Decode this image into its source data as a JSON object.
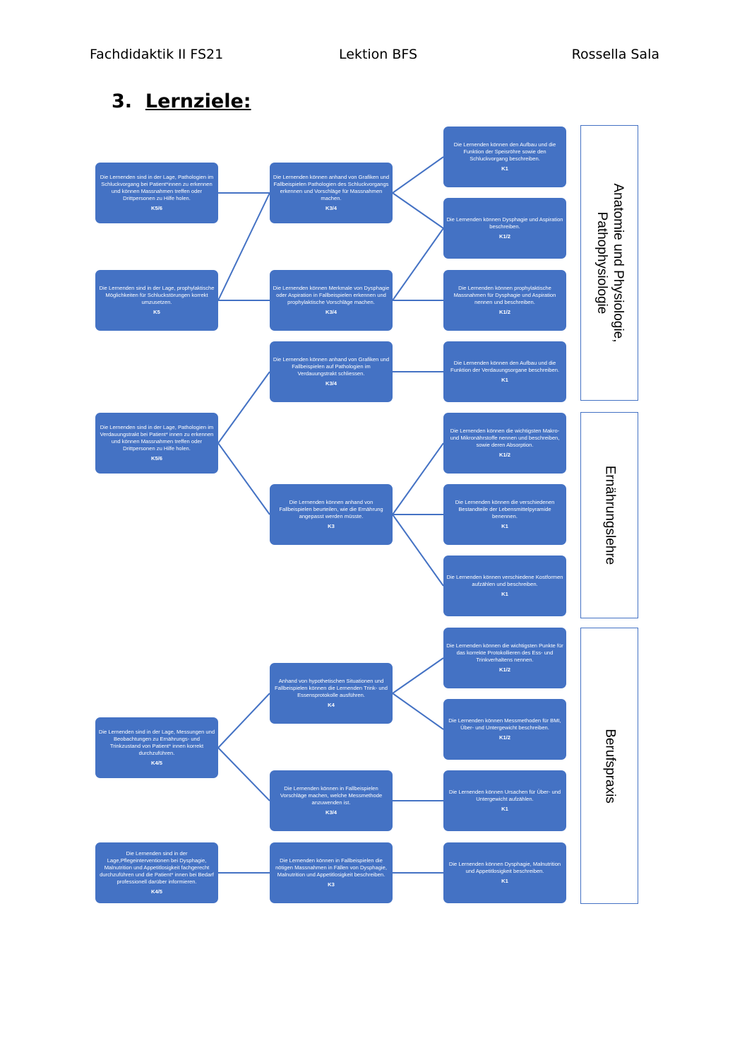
{
  "header": {
    "left": "Fachdidaktik II FS21",
    "center": "Lektion BFS",
    "right": "Rossella Sala"
  },
  "title": {
    "number": "3.",
    "text": "Lernziele:"
  },
  "sections": [
    {
      "line1": "Anatomie und Physiologie,",
      "line2": "Pathophysiologie"
    },
    {
      "line1": "Ernährungslehre",
      "line2": ""
    },
    {
      "line1": "Berufspraxis",
      "line2": ""
    }
  ],
  "boxes": {
    "l1": {
      "text": "Die Lernenden sind in der Lage, Pathologien im Schluckvorgang bei Patient*innen zu erkennen und können Massnahmen treffen oder Drittpersonen zu Hilfe holen.",
      "level": "K5/6"
    },
    "l2": {
      "text": "Die Lernenden sind in der Lage, prophylaktische Möglichkeiten für Schluckstörungen korrekt umzusetzen.",
      "level": "K5"
    },
    "l3": {
      "text": "Die Lernenden sind in der Lage, Pathologien im Verdauungstrakt bei Patient* innen zu erkennen und können Massnahmen treffen oder Drittpersonen zu Hilfe holen.",
      "level": "K5/6"
    },
    "l4": {
      "text": "Die Lernenden sind in der Lage, Messungen und Beobachtungen zu Ernährungs- und Trinkzustand von Patient* innen korrekt durchzuführen.",
      "level": "K4/5"
    },
    "l5": {
      "text": "Die Lernenden sind in der Lage,Pflegeinterventionen bei Dysphagie, Malnutrition und Appetitlosigkeit fachgerecht durchzuführen und die Patient* innen bei Bedarf professionell darüber informieren.",
      "level": "K4/5"
    },
    "m1": {
      "text": "Die Lernenden können anhand von Grafiken und Fallbeispielen Pathologien des Schluckvorgangs erkennen und Vorschläge für Massnahmen machen.",
      "level": "K3/4"
    },
    "m2": {
      "text": "Die Lernenden können Merkmale von Dysphagie oder Aspiration in Fallbeispielen erkennen und prophylaktische Vorschläge machen.",
      "level": "K3/4"
    },
    "m3": {
      "text": "Die Lernenden können anhand von Grafiken und Fallbeispielen auf Pathologien im Verdauungstrakt schliessen.",
      "level": "K3/4"
    },
    "m4": {
      "text": "Die Lernenden können anhand von Fallbeispielen beurteilen, wie die Ernährung angepasst werden müsste.",
      "level": "K3"
    },
    "m5": {
      "text": "Anhand von hypothetischen Situationen und Fallbeispielen können die Lernenden Trink- und Essensprotokolle ausführen.",
      "level": "K4"
    },
    "m6": {
      "text": "Die Lernenden können in Fallbeispielen Vorschläge machen, welche Messmethode anzuwenden ist.",
      "level": "K3/4"
    },
    "m7": {
      "text": "Die Lernenden können in Fallbeispielen die nötigen Massnahmen in Fällen von Dysphagie, Malnutrition und Appetitlosigkeit beschreiben.",
      "level": "K3"
    },
    "r1": {
      "text": "Die Lernenden können den Aufbau und die Funktion der Speisröhre sowie den Schluckvorgang beschreiben.",
      "level": "K1"
    },
    "r2": {
      "text": "Die Lernenden können Dysphagie und Aspiration beschreiben.",
      "level": "K1/2"
    },
    "r3": {
      "text": "Die Lernenden können prophylaktische Massnahmen für Dysphagie und Aspiration nennen und beschreiben.",
      "level": "K1/2"
    },
    "r4": {
      "text": "Die Lernenden können den Aufbau und die Funktion der Verdauungsorgane beschreiben.",
      "level": "K1"
    },
    "r5": {
      "text": "Die Lernenden können die wichtigsten Makro- und Mikronährstoffe nennen und beschreiben, sowie deren Absorption.",
      "level": "K1/2"
    },
    "r6": {
      "text": "Die Lernenden können die verschiedenen Bestandteile der Lebensmittelpyramide benennen.",
      "level": "K1"
    },
    "r7": {
      "text": "Die Lernenden können verschiedene Kostformen aufzählen und beschreiben.",
      "level": "K1"
    },
    "r8": {
      "text": "Die Lernenden können die wichtigsten Punkte für das korrekte Protokollieren des Ess- und Trinkverhaltens nennen.",
      "level": "K1/2"
    },
    "r9": {
      "text": "Die Lernenden können Messmethoden für BMI, Über- und Untergewicht beschreiben.",
      "level": "K1/2"
    },
    "r10": {
      "text": "Die Lernenden können Ursachen für Über- und Untergewicht aufzählen.",
      "level": "K1"
    },
    "r11": {
      "text": "Die Lernenden können Dysphagie, Malnutrition und Appetitlosigkeit beschreiben.",
      "level": "K1"
    }
  },
  "edges": [
    [
      "l1",
      "m1"
    ],
    [
      "l2",
      "m1"
    ],
    [
      "l2",
      "m2"
    ],
    [
      "m1",
      "r1"
    ],
    [
      "m1",
      "r2"
    ],
    [
      "m2",
      "r2"
    ],
    [
      "m2",
      "r3"
    ],
    [
      "l3",
      "m3"
    ],
    [
      "l3",
      "m4"
    ],
    [
      "m3",
      "r4"
    ],
    [
      "m4",
      "r5"
    ],
    [
      "m4",
      "r6"
    ],
    [
      "m4",
      "r7"
    ],
    [
      "l4",
      "m5"
    ],
    [
      "l4",
      "m6"
    ],
    [
      "m5",
      "r8"
    ],
    [
      "m5",
      "r9"
    ],
    [
      "m6",
      "r10"
    ],
    [
      "l5",
      "m7"
    ],
    [
      "m7",
      "r11"
    ]
  ],
  "colors": {
    "box": "#4472c4",
    "line": "#4472c4"
  }
}
